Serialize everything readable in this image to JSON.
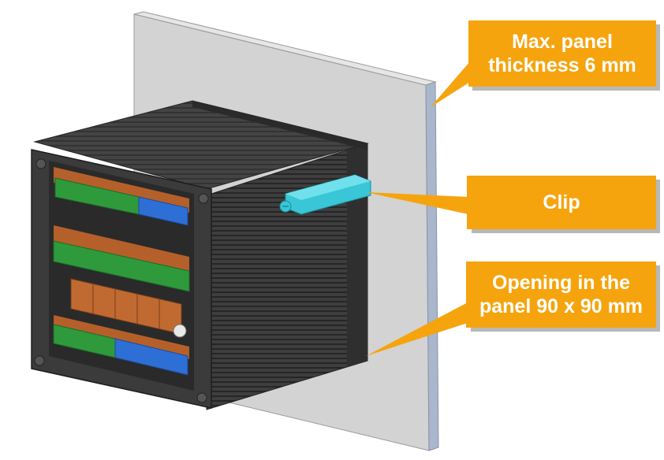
{
  "callouts": {
    "panel_thickness": {
      "label": "Max.  panel\nthickness 6 mm"
    },
    "clip": {
      "label": "Clip"
    },
    "opening": {
      "label": "Opening in the\npanel 90 x 90 mm"
    }
  },
  "colors": {
    "callout": "#f5a40e",
    "callout_shadow": "#9a9a9a",
    "panel": "#d2d2d2",
    "panel_edge": "#a8b4c8",
    "housing": "#3b3b3b",
    "terminal_green": "#2e9a3c",
    "terminal_blue": "#2e6fd6",
    "board_brown": "#b5602a",
    "clip": "#39c6d6"
  }
}
